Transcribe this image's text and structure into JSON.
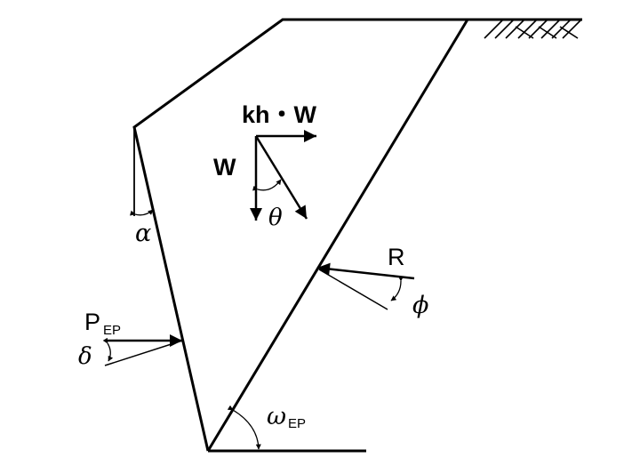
{
  "labels": {
    "kh_w": "kh・W",
    "w": "W",
    "theta": "θ",
    "alpha": "α",
    "r": "R",
    "phi": "ϕ",
    "p": "P",
    "p_sub": "EP",
    "delta": "δ",
    "omega": "ω",
    "omega_sub": "EP"
  },
  "colors": {
    "stroke": "#000000",
    "background": "#ffffff"
  }
}
